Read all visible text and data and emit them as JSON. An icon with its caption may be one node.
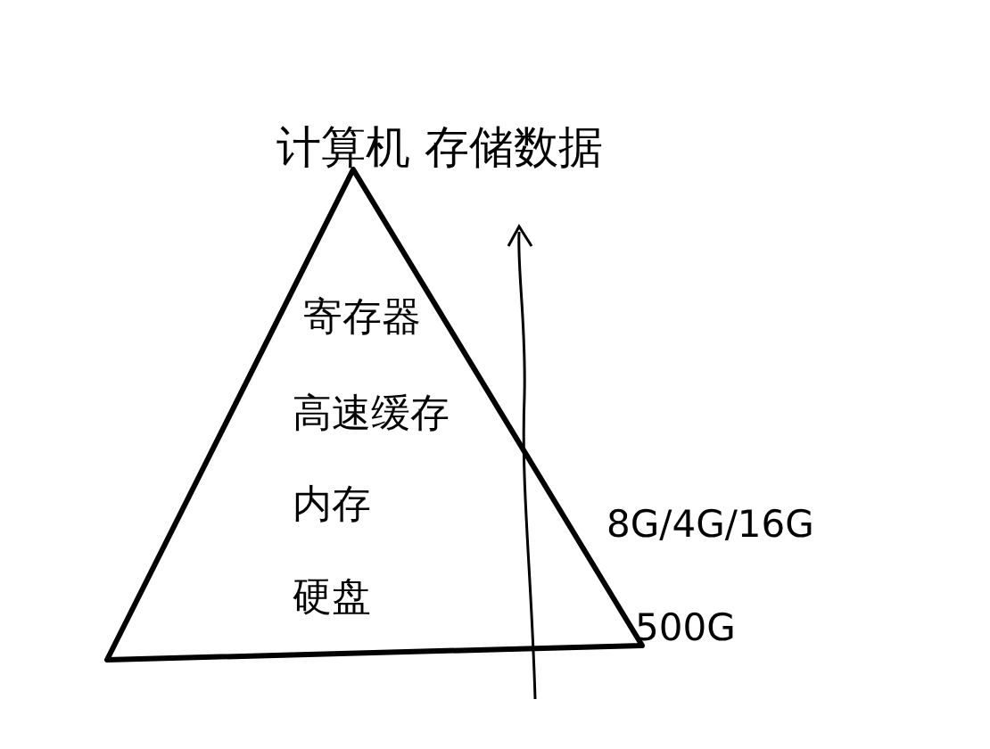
{
  "diagram": {
    "title": "计算机 存储数据",
    "nodes": [
      {
        "text": [
          "寄存器",
          "高速缓存",
          "内存",
          "硬盘"
        ],
        "beside": [
          "8G/4G/16G",
          "500G"
        ]
      }
    ]
  }
}
